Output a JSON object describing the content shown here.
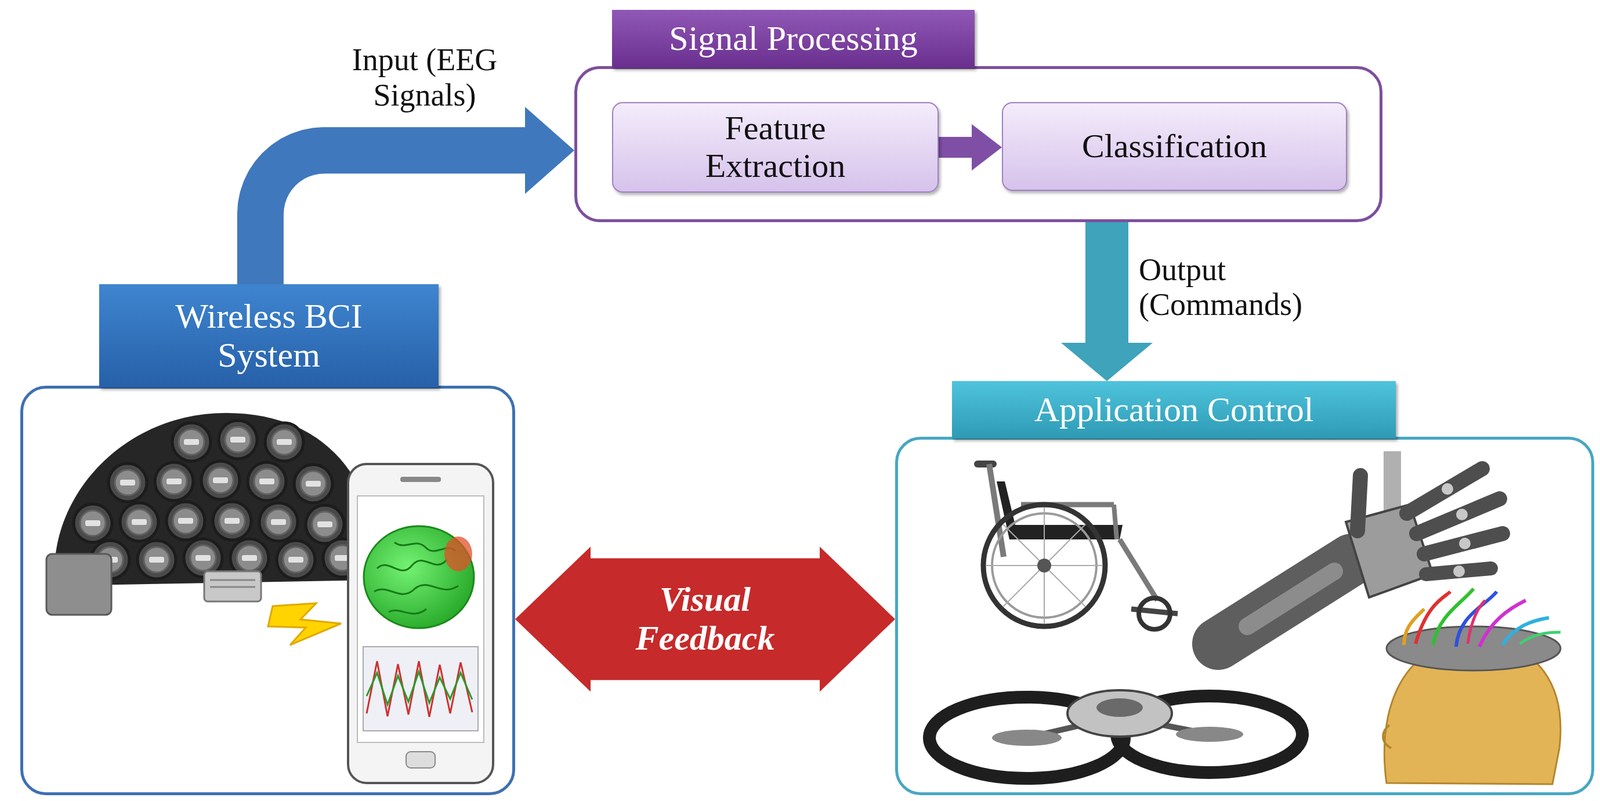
{
  "diagram": {
    "nodes": [
      {
        "text": [
          "Signal Processing"
        ]
      },
      {
        "text": [
          "Feature Extraction"
        ],
        "in": 0
      },
      {
        "text": [
          "Classification"
        ],
        "in": 0
      },
      {
        "text": [
          "Wireless BCI System"
        ]
      },
      {
        "text": [
          "Application Control"
        ]
      }
    ],
    "edges": [
      {
        "from": 3,
        "to": 0,
        "label": "Input (EEG Signals)",
        "arrow": "to"
      },
      {
        "from": 1,
        "to": 2,
        "arrow": "to"
      },
      {
        "from": 0,
        "to": 4,
        "label": "Output (Commands)",
        "arrow": "to"
      },
      {
        "from": 3,
        "to": 4,
        "label": "Visual Feedback",
        "arrow": "both"
      }
    ]
  }
}
